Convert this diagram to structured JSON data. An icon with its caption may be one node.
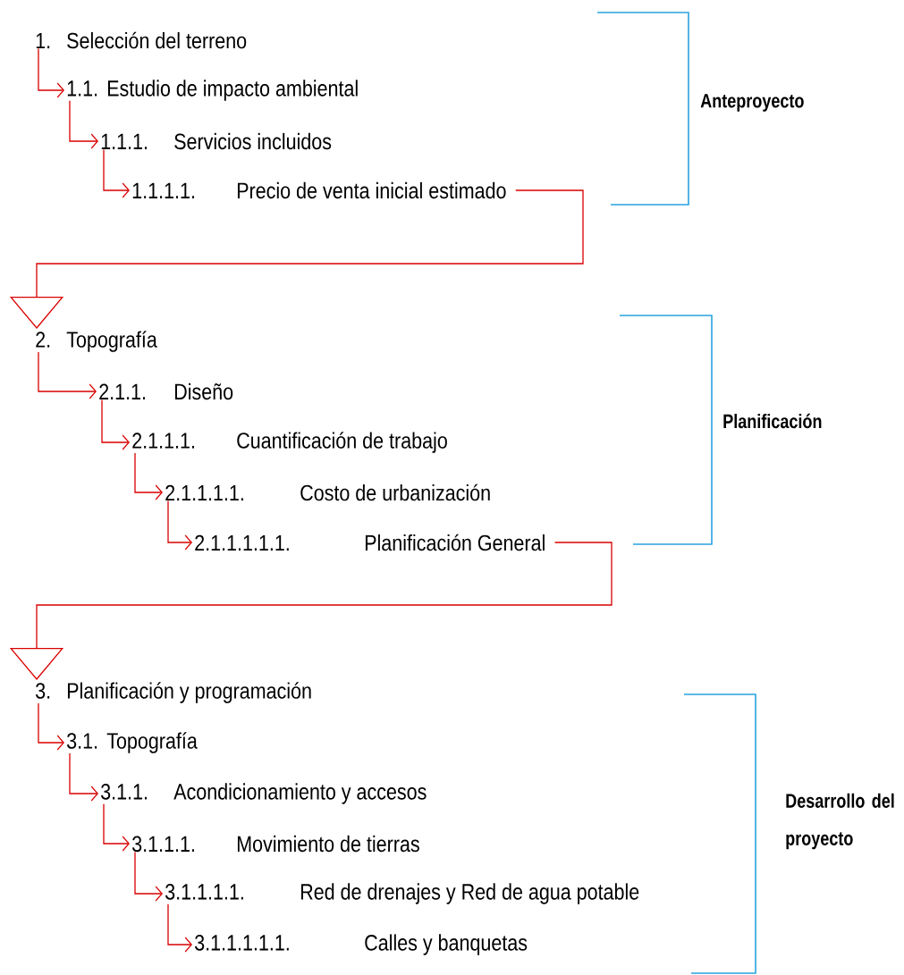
{
  "diagram": {
    "nodes": [
      {
        "text": [
          "1.",
          "Selección del terreno"
        ]
      },
      {
        "text": [
          "1.1.",
          "Estudio de impacto ambiental"
        ]
      },
      {
        "text": [
          "1.1.1.",
          "Servicios incluidos"
        ]
      },
      {
        "text": [
          "1.1.1.1.",
          "Precio de venta inicial estimado"
        ]
      },
      {
        "text": [
          "2.",
          "Topografía"
        ]
      },
      {
        "text": [
          "2.1.1.",
          "Diseño"
        ]
      },
      {
        "text": [
          "2.1.1.1.",
          "Cuantificación de trabajo"
        ]
      },
      {
        "text": [
          "2.1.1.1.1.",
          "Costo de urbanización"
        ]
      },
      {
        "text": [
          "2.1.1.1.1.1.",
          "Planificación General"
        ]
      },
      {
        "text": [
          "3.",
          "Planificación y programación"
        ]
      },
      {
        "text": [
          "3.1.",
          "Topografía"
        ]
      },
      {
        "text": [
          "3.1.1.",
          "Acondicionamiento y accesos"
        ]
      },
      {
        "text": [
          "3.1.1.1.",
          "Movimiento de tierras"
        ]
      },
      {
        "text": [
          "3.1.1.1.1.",
          "Red de drenajes y Red de agua potable"
        ]
      },
      {
        "text": [
          "3.1.1.1.1.1.",
          "Calles y banquetas"
        ]
      }
    ],
    "edges": [
      {
        "from": 0,
        "to": 1,
        "arrow": "to"
      },
      {
        "from": 1,
        "to": 2,
        "arrow": "to"
      },
      {
        "from": 2,
        "to": 3,
        "arrow": "to"
      },
      {
        "from": 3,
        "to": 4,
        "arrow": "to"
      },
      {
        "from": 4,
        "to": 5,
        "arrow": "to"
      },
      {
        "from": 5,
        "to": 6,
        "arrow": "to"
      },
      {
        "from": 6,
        "to": 7,
        "arrow": "to"
      },
      {
        "from": 7,
        "to": 8,
        "arrow": "to"
      },
      {
        "from": 8,
        "to": 9,
        "arrow": "to"
      },
      {
        "from": 9,
        "to": 10,
        "arrow": "to"
      },
      {
        "from": 10,
        "to": 11,
        "arrow": "to"
      },
      {
        "from": 11,
        "to": 12,
        "arrow": "to"
      },
      {
        "from": 12,
        "to": 13,
        "arrow": "to"
      },
      {
        "from": 13,
        "to": 14,
        "arrow": "to"
      }
    ],
    "labels": [
      "Anteproyecto",
      "Planificación",
      "Desarrollo del proyecto"
    ]
  }
}
